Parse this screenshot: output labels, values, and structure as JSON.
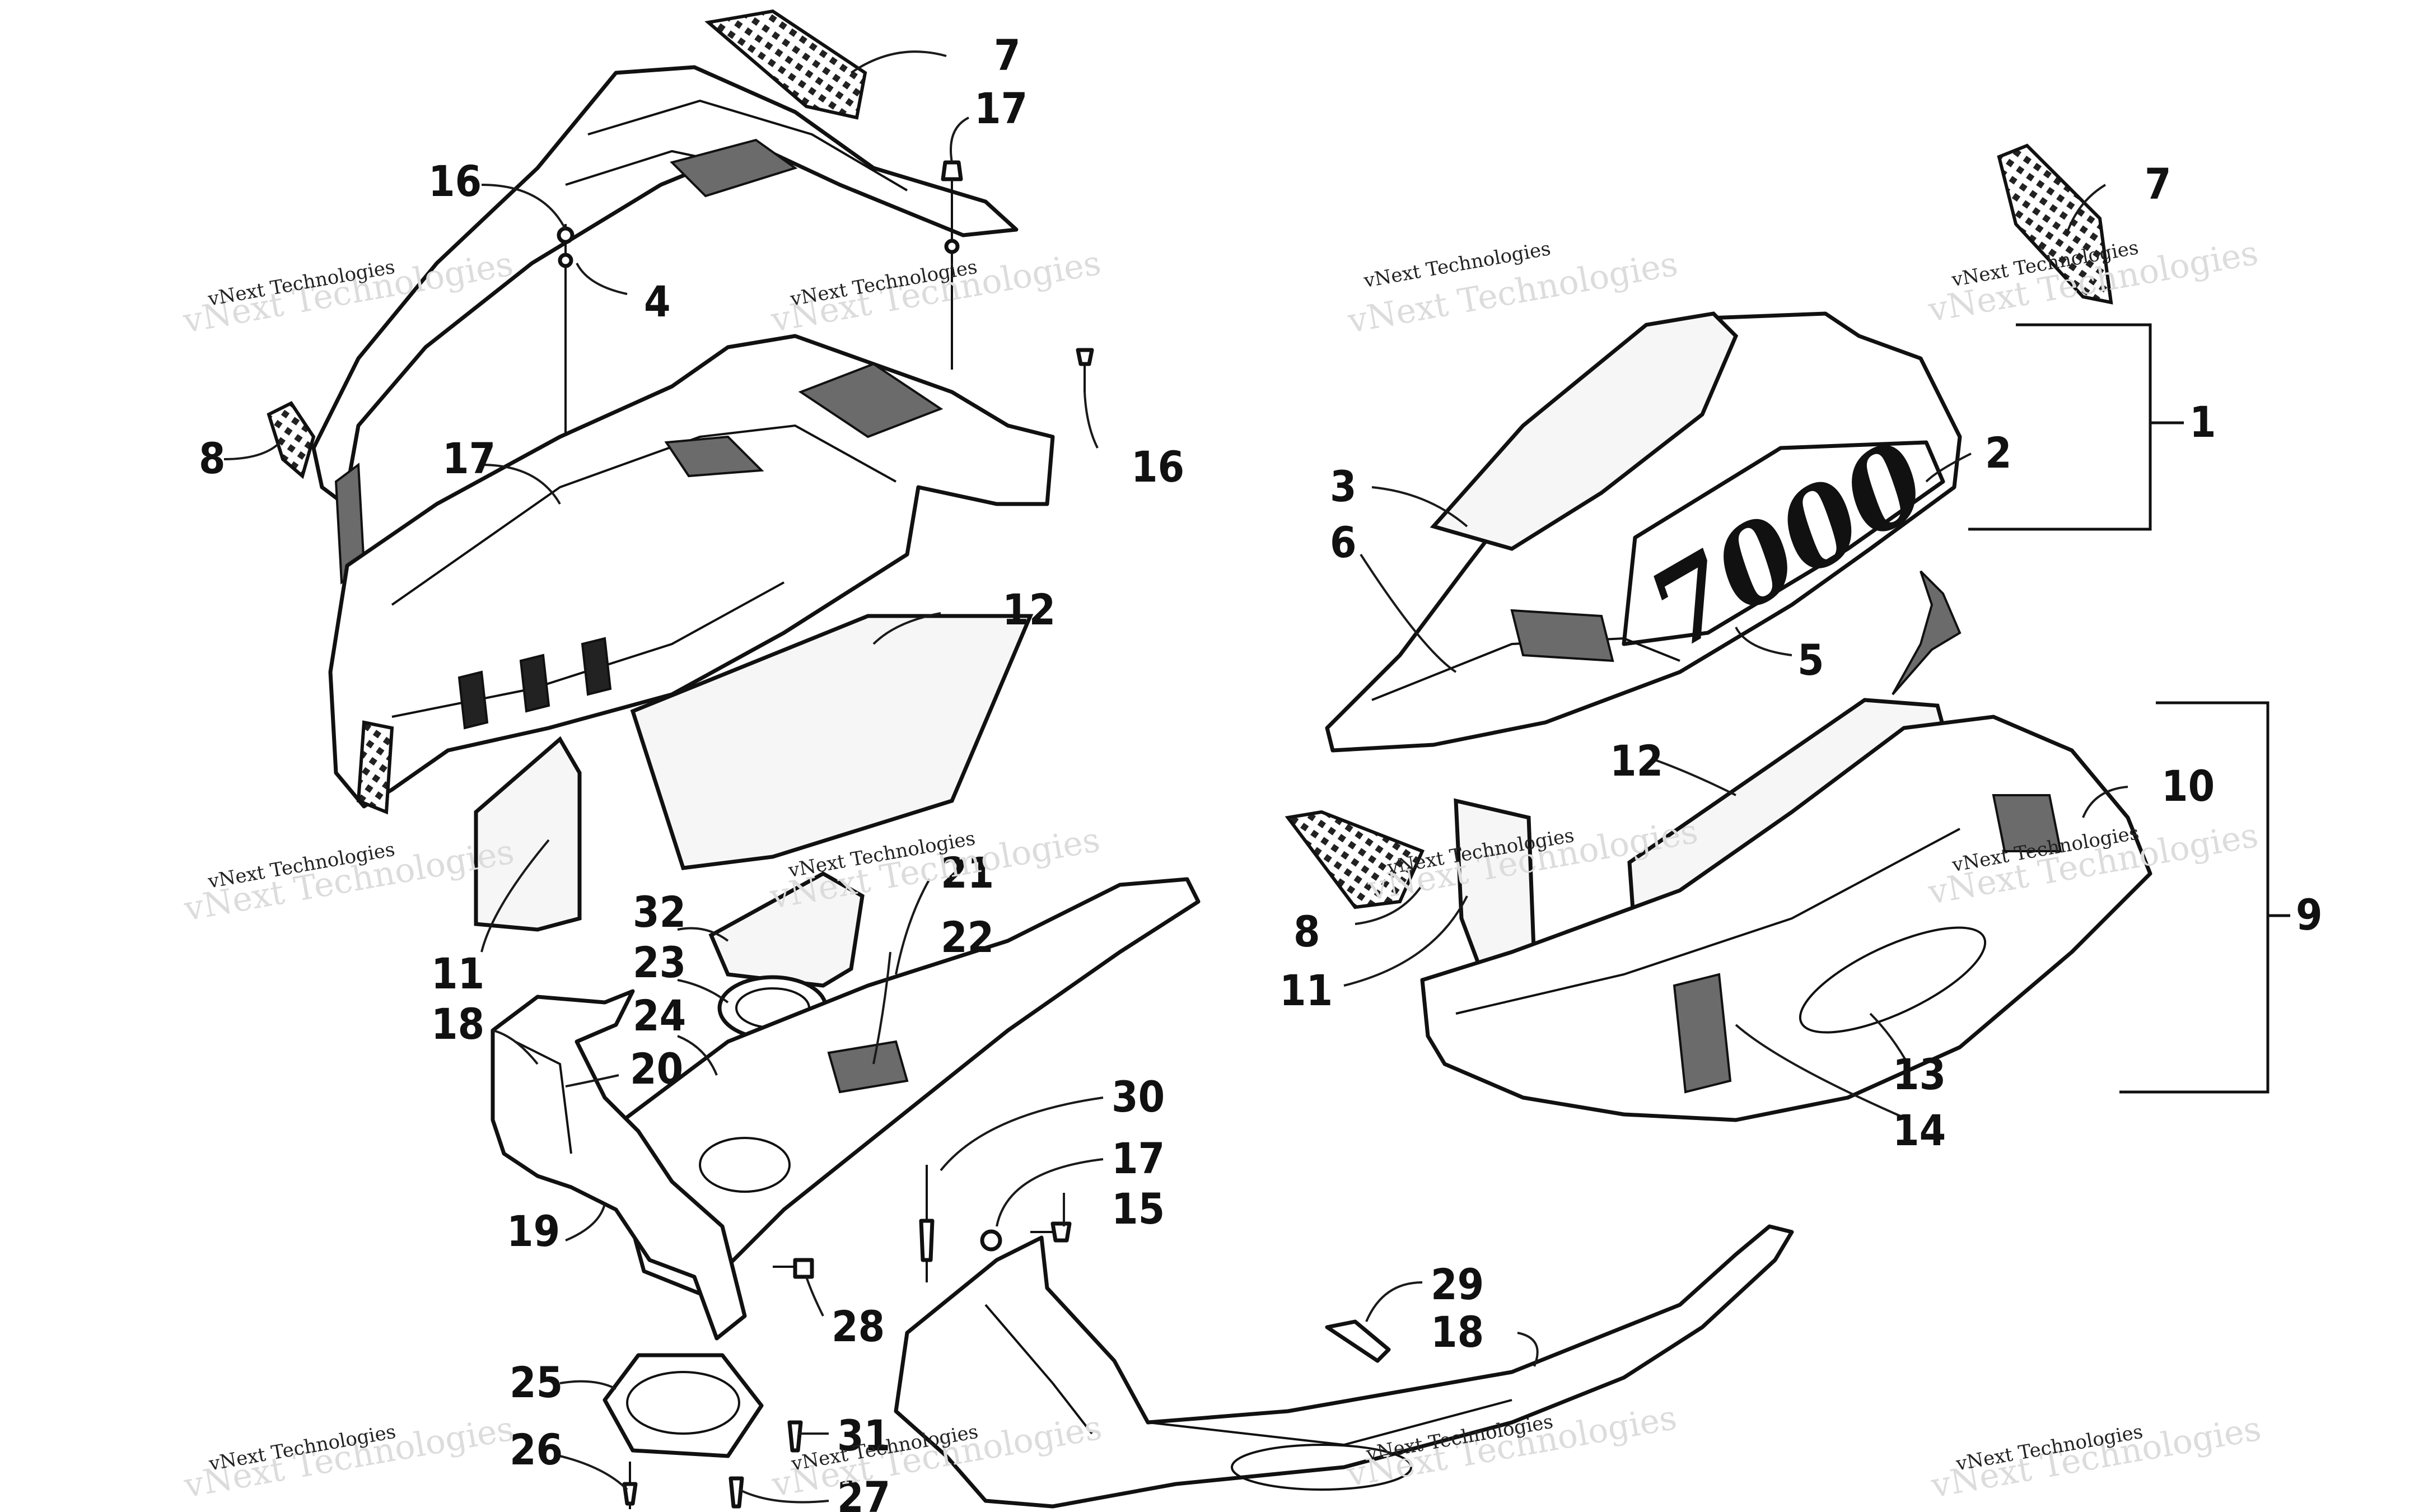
{
  "callouts": [
    {
      "id": "c7a",
      "label": "7"
    },
    {
      "id": "c17a",
      "label": "17"
    },
    {
      "id": "c16a",
      "label": "16"
    },
    {
      "id": "c4",
      "label": "4"
    },
    {
      "id": "c8a",
      "label": "8"
    },
    {
      "id": "c17b",
      "label": "17"
    },
    {
      "id": "c16b",
      "label": "16"
    },
    {
      "id": "c12a",
      "label": "12"
    },
    {
      "id": "c11a",
      "label": "11"
    },
    {
      "id": "c32",
      "label": "32"
    },
    {
      "id": "c21",
      "label": "21"
    },
    {
      "id": "c23",
      "label": "23"
    },
    {
      "id": "c22",
      "label": "22"
    },
    {
      "id": "c24",
      "label": "24"
    },
    {
      "id": "c18a",
      "label": "18"
    },
    {
      "id": "c20",
      "label": "20"
    },
    {
      "id": "c19",
      "label": "19"
    },
    {
      "id": "c30",
      "label": "30"
    },
    {
      "id": "c17c",
      "label": "17"
    },
    {
      "id": "c15",
      "label": "15"
    },
    {
      "id": "c28",
      "label": "28"
    },
    {
      "id": "c25",
      "label": "25"
    },
    {
      "id": "c26",
      "label": "26"
    },
    {
      "id": "c31",
      "label": "31"
    },
    {
      "id": "c27",
      "label": "27"
    },
    {
      "id": "c29",
      "label": "29"
    },
    {
      "id": "c18b",
      "label": "18"
    },
    {
      "id": "c7b",
      "label": "7"
    },
    {
      "id": "c1",
      "label": "1"
    },
    {
      "id": "c2",
      "label": "2"
    },
    {
      "id": "c3",
      "label": "3"
    },
    {
      "id": "c6",
      "label": "6"
    },
    {
      "id": "c5",
      "label": "5"
    },
    {
      "id": "c12b",
      "label": "12"
    },
    {
      "id": "c10",
      "label": "10"
    },
    {
      "id": "c9",
      "label": "9"
    },
    {
      "id": "c8b",
      "label": "8"
    },
    {
      "id": "c11b",
      "label": "11"
    },
    {
      "id": "c13",
      "label": "13"
    },
    {
      "id": "c14",
      "label": "14"
    }
  ],
  "decal_text": "7000",
  "watermark": {
    "line1": "vNext Technologies",
    "line2": "vNext Technologies"
  }
}
